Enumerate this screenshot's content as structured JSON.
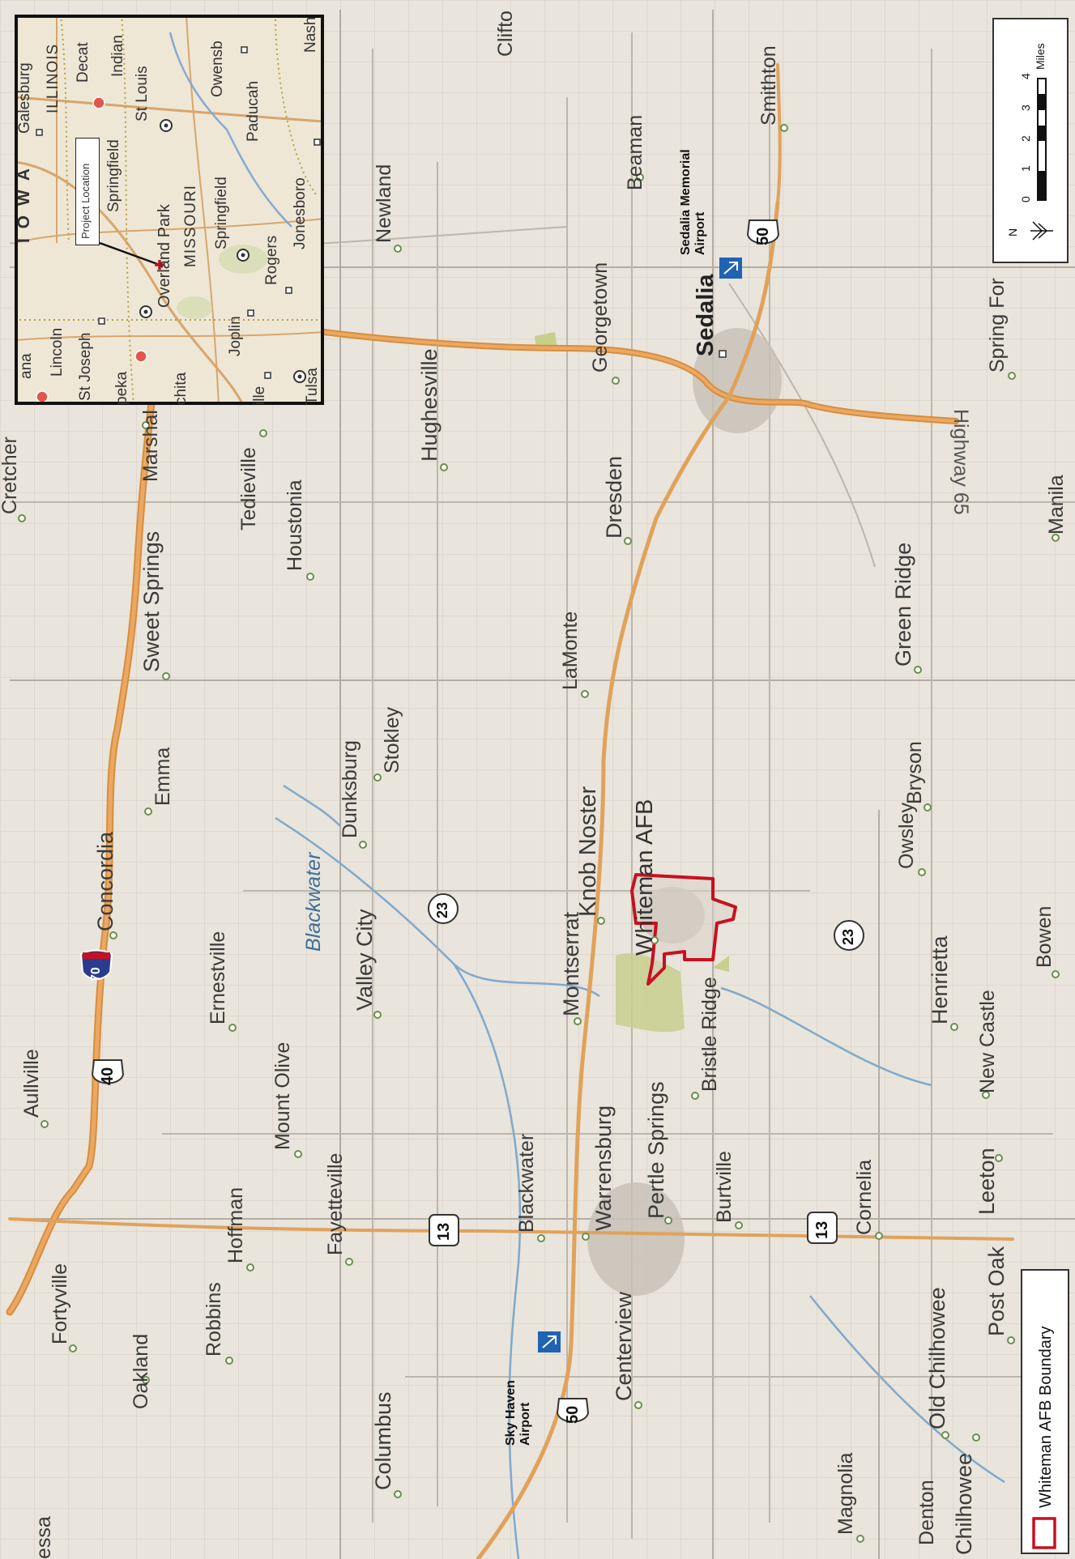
{
  "map": {
    "colors": {
      "land": "#e9e4dc",
      "major_road": "#e0a25a",
      "road": "#c9c2b8",
      "water": "#7fa9cc",
      "park": "#c7cf8d",
      "boundary": "#c8101f"
    },
    "towns": [
      {
        "name": "Fortyville"
      },
      {
        "name": "Aullville"
      },
      {
        "name": "Concordia"
      },
      {
        "name": "Sweet Springs"
      },
      {
        "name": "Marshal"
      },
      {
        "name": "Oakland"
      },
      {
        "name": "Robbins"
      },
      {
        "name": "Hoffman"
      },
      {
        "name": "Ernestville"
      },
      {
        "name": "Emma"
      },
      {
        "name": "Tedieville"
      },
      {
        "name": "Houstonia"
      },
      {
        "name": "Mount Olive"
      },
      {
        "name": "Fayetteville"
      },
      {
        "name": "Columbus"
      },
      {
        "name": "Valley City"
      },
      {
        "name": "Dunksburg"
      },
      {
        "name": "Stokley"
      },
      {
        "name": "Newland"
      },
      {
        "name": "Hughesville"
      },
      {
        "name": "Blackwater"
      },
      {
        "name": "Warrensburg"
      },
      {
        "name": "Montserrat"
      },
      {
        "name": "Knob Noster"
      },
      {
        "name": "LaMonte"
      },
      {
        "name": "Dresden"
      },
      {
        "name": "Georgetown"
      },
      {
        "name": "Beaman"
      },
      {
        "name": "Smithton"
      },
      {
        "name": "Centerview"
      },
      {
        "name": "Pertle Springs"
      },
      {
        "name": "Bristle Ridge"
      },
      {
        "name": "Burtville"
      },
      {
        "name": "Cornelia"
      },
      {
        "name": "Leeton"
      },
      {
        "name": "New Castle"
      },
      {
        "name": "Henrietta"
      },
      {
        "name": "Owsley"
      },
      {
        "name": "Bryson"
      },
      {
        "name": "Green Ridge"
      },
      {
        "name": "Manila"
      },
      {
        "name": "Spring For"
      },
      {
        "name": "Magnolia"
      },
      {
        "name": "Denton"
      },
      {
        "name": "Chilhowee"
      },
      {
        "name": "Old Chilhowee"
      },
      {
        "name": "Post Oak"
      },
      {
        "name": "Bowen"
      },
      {
        "name": "Clifto"
      },
      {
        "name": "essa"
      },
      {
        "name": "Cretcher"
      }
    ],
    "city": "Sedalia",
    "afb_label": "Whiteman AFB",
    "water_label": "Blackwater",
    "airports": [
      "Sky Haven\nAirport",
      "Sedalia Memorial\nAirport"
    ],
    "highway_label": "Highway 65",
    "shields": [
      "70",
      "40",
      "13",
      "13",
      "50",
      "50",
      "23",
      "23"
    ]
  },
  "inset": {
    "project_location": "Project Location",
    "labels": [
      "Galesburg",
      "Decat",
      "Indian",
      "ILLINOIS",
      "Springfield",
      "St Louis",
      "Owensb",
      "Paducah",
      "Nash",
      "Lincoln",
      "St Joseph",
      "peka",
      "chita",
      "Joplin",
      "ille",
      "Tulsa",
      "Overland Park",
      "MISSOURI",
      "Springfield",
      "Rogers",
      "Jonesboro",
      "ana"
    ],
    "state": "I O W A"
  },
  "scale": {
    "unit": "Miles",
    "ticks": [
      "0",
      "1",
      "2",
      "3",
      "4"
    ],
    "north": "N"
  },
  "legend": {
    "item": "Whiteman AFB Boundary"
  }
}
